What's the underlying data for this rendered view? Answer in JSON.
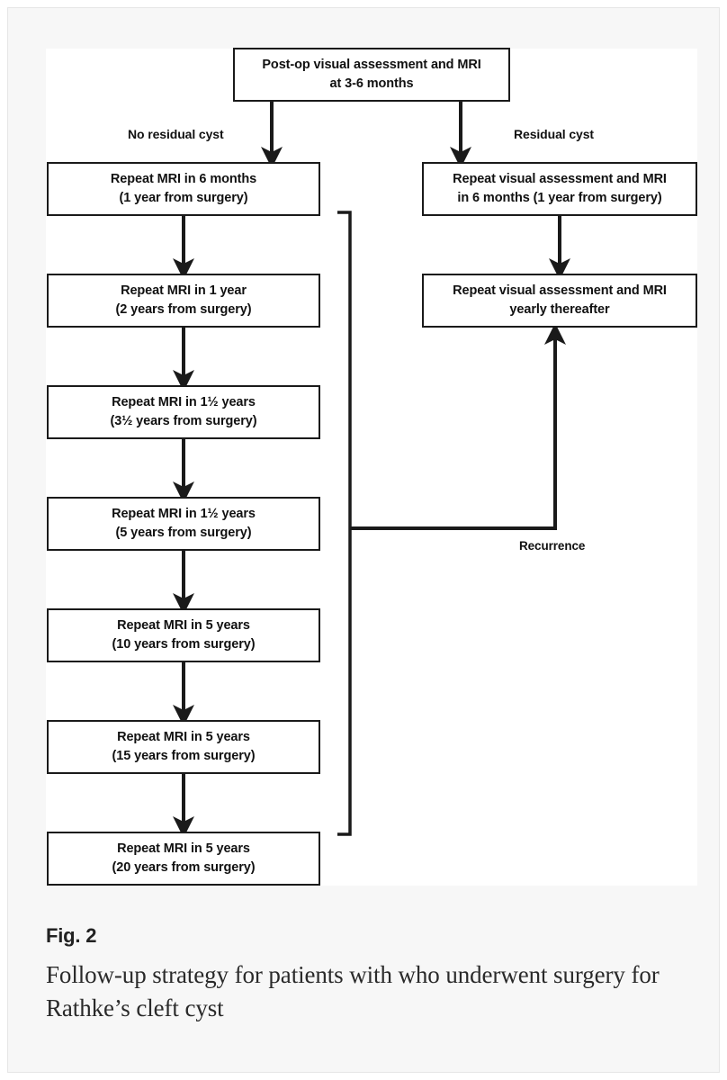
{
  "figure": {
    "caption_label": "Fig. 2",
    "caption_text": "Follow-up strategy for patients with who underwent surgery for Rathke’s cleft cyst"
  },
  "flowchart": {
    "type": "flowchart",
    "root": {
      "line1": "Post-op visual assessment and MRI",
      "line2": "at 3-6 months"
    },
    "branch_labels": {
      "left": "No residual cyst",
      "right": "Residual cyst"
    },
    "recurrence_label": "Recurrence",
    "left_branch": [
      {
        "line1": "Repeat MRI in 6 months",
        "line2": "(1 year from surgery)"
      },
      {
        "line1": "Repeat MRI in 1 year",
        "line2": "(2 years from surgery)"
      },
      {
        "line1": "Repeat MRI in 1½ years",
        "line2": "(3½ years from surgery)"
      },
      {
        "line1": "Repeat MRI in 1½ years",
        "line2": "(5 years from surgery)"
      },
      {
        "line1": "Repeat MRI in 5 years",
        "line2": "(10 years from surgery)"
      },
      {
        "line1": "Repeat MRI in 5 years",
        "line2": "(15 years from surgery)"
      },
      {
        "line1": "Repeat MRI in 5 years",
        "line2": "(20 years from surgery)"
      }
    ],
    "right_branch": [
      {
        "line1": "Repeat visual assessment and MRI",
        "line2": "in 6 months (1 year from surgery)"
      },
      {
        "line1": "Repeat visual assessment and MRI",
        "line2": "yearly thereafter"
      }
    ],
    "colors": {
      "stroke": "#1a1a1a",
      "box_fill": "#ffffff",
      "canvas": "#ffffff",
      "card": "#f7f7f7",
      "text": "#111111"
    }
  }
}
